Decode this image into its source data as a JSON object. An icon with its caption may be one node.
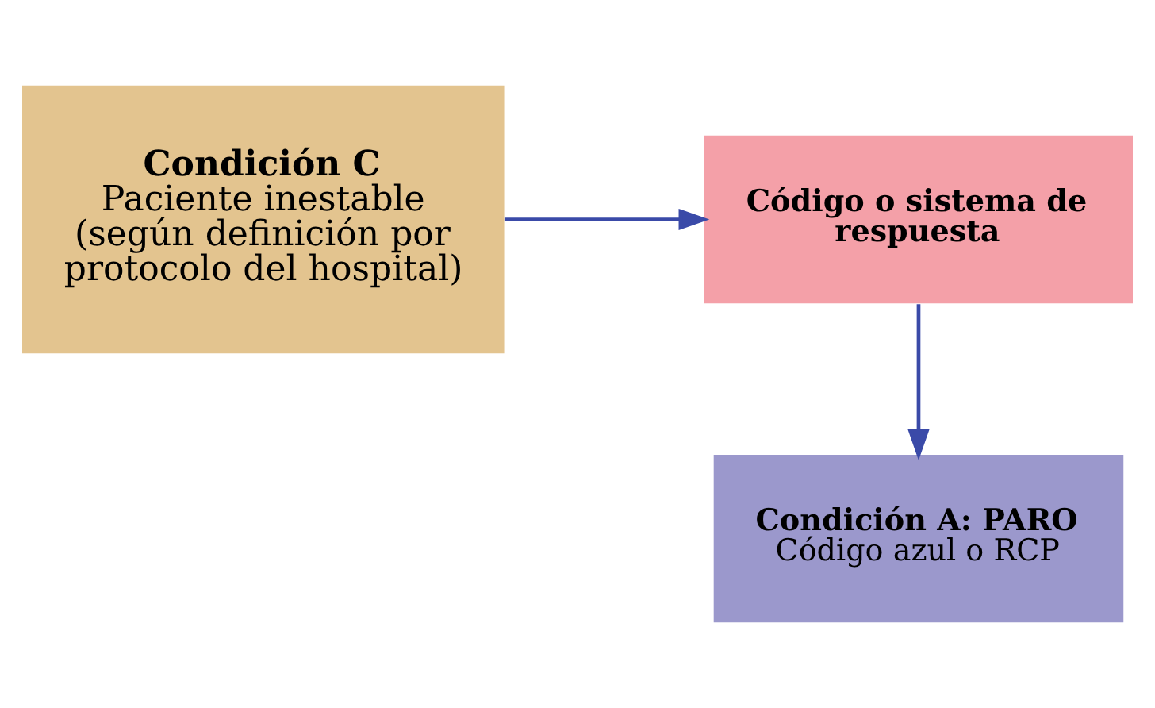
{
  "diagram": {
    "nodes": [
      {
        "text": [
          "Condición C",
          "Paciente inestable",
          "(según definición por protocolo del hospital)"
        ]
      },
      {
        "text": [
          "Código o sistema de respuesta"
        ]
      },
      {
        "text": [
          "Condición A: PARO",
          "Código azul o RCP"
        ]
      }
    ],
    "edges": [
      {
        "from": 0,
        "to": 1,
        "arrow": "to"
      },
      {
        "from": 1,
        "to": 2,
        "arrow": "to"
      }
    ]
  }
}
